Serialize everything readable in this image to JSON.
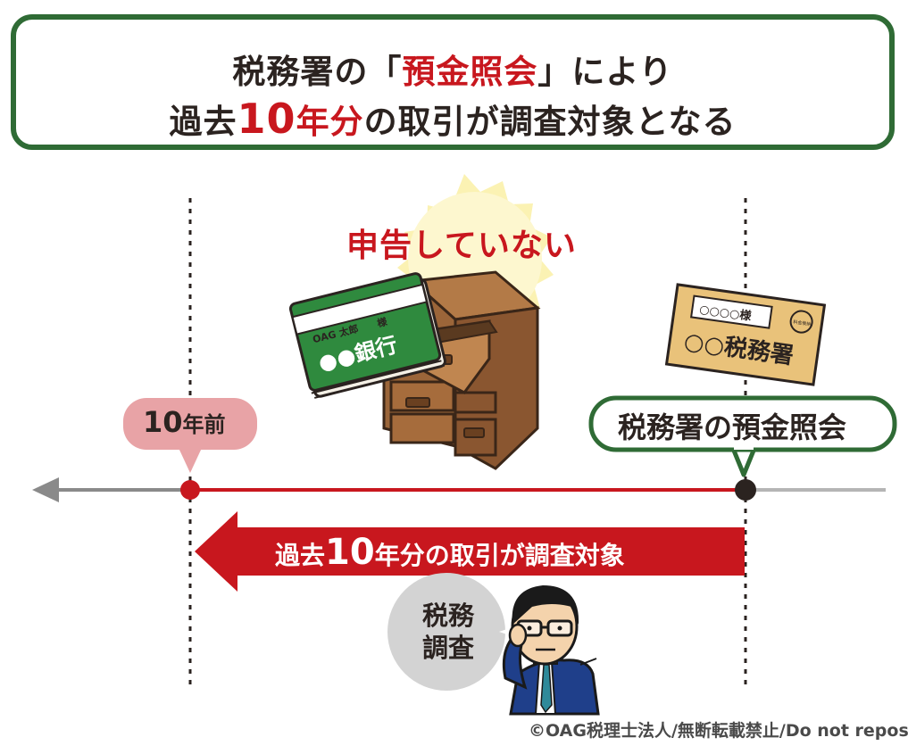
{
  "title": {
    "line1_prefix": "税務署の「",
    "line1_highlight": "預金照会",
    "line1_suffix": "」により",
    "line2_part1": "過去",
    "line2_number": "10",
    "line2_red_rest": "年分",
    "line2_part2": "の",
    "line2_bold": "取引",
    "line2_part3": "が",
    "line2_bold2": "調査対象",
    "line2_part4": "となる"
  },
  "labels": {
    "undeclared": "申告していない",
    "ten_years_ago_number": "10",
    "ten_years_ago_rest": "年前",
    "deposit_inquiry": "税務署の預金照会",
    "arrow_prefix": "過去",
    "arrow_number": "10",
    "arrow_rest": "年分の取引が調査対象",
    "audit_line1": "税務",
    "audit_line2": "調査",
    "copyright": "©OAG税理士法人/無断転載禁止/Do not repost."
  },
  "bankbook": {
    "owner": "OAG 太郎　　様",
    "bank_name": "●●銀行"
  },
  "envelope": {
    "addressee": "○○○○様",
    "sender": "○○税務署",
    "stamp": "料金後納"
  },
  "colors": {
    "accent_red": "#c8171e",
    "frame_green": "#2f6b35",
    "bubble_pink": "#e8a3a6",
    "timeline_gray": "#8a8a8a"
  }
}
